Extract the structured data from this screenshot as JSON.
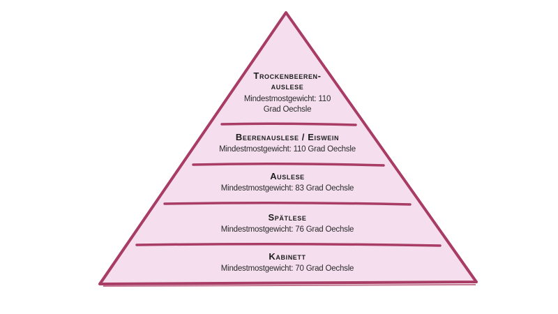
{
  "colors": {
    "fill": "#f5dfef",
    "stroke": "#a83c64",
    "text": "#1c1c1c"
  },
  "tiers": [
    {
      "title": "Trockenbeeren-auslese",
      "subtitle": "Mindestmostgewicht: 110 Grad Oechsle"
    },
    {
      "title": "Beerenauslese / Eiswein",
      "subtitle": "Mindestmostgewicht: 110 Grad Oechsle"
    },
    {
      "title": "Auslese",
      "subtitle": "Mindestmostgewicht: 83 Grad Oechsle"
    },
    {
      "title": "Spätlese",
      "subtitle": "Mindestmostgewicht: 76 Grad Oechsle"
    },
    {
      "title": "Kabinett",
      "subtitle": "Mindestmostgewicht: 70 Grad Oechsle"
    }
  ]
}
